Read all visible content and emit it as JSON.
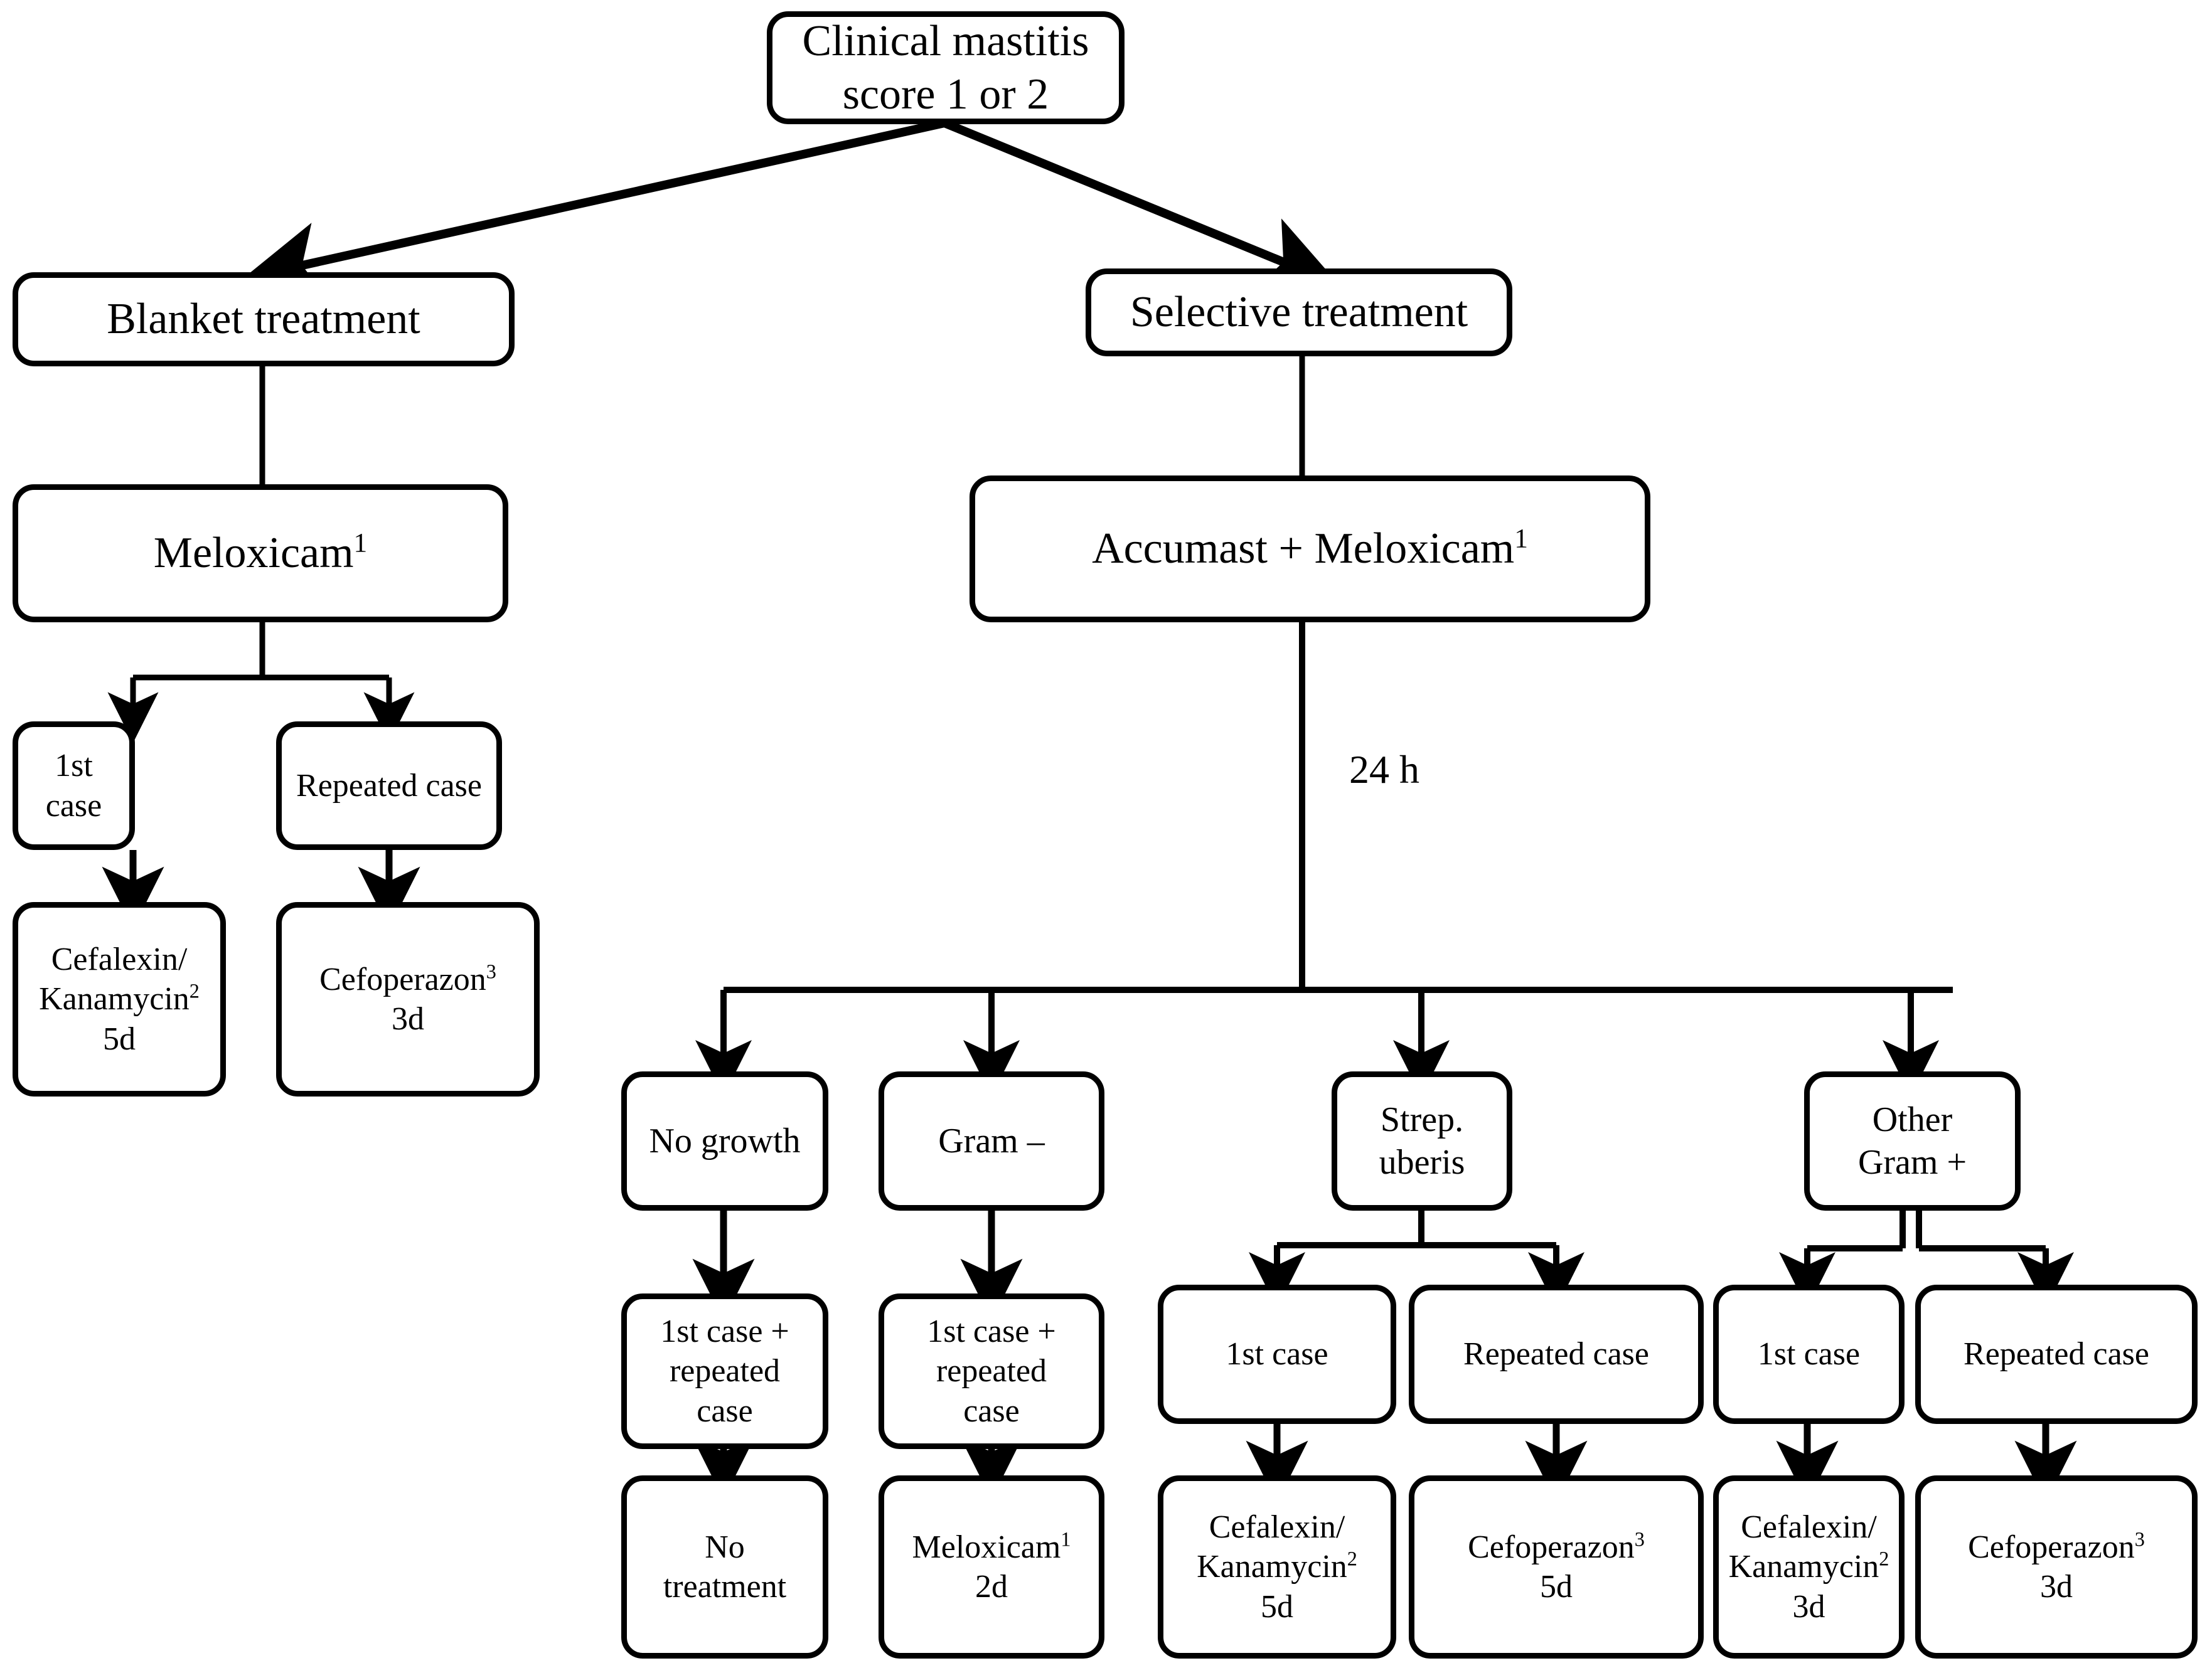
{
  "diagram": {
    "title_node": {
      "line1": "Clinical mastitis",
      "line2": "score 1 or 2"
    },
    "branches": {
      "blanket": "Blanket treatment",
      "selective": "Selective treatment"
    },
    "drugs": {
      "meloxicam": "Meloxicam",
      "meloxicam_sup": "1",
      "accumast_meloxicam_prefix": "Accumast + Meloxicam",
      "accumast_meloxicam_sup": "1"
    },
    "edge_labels": {
      "incubation": "24 h"
    },
    "blanket_branch": {
      "case_first": "1st case",
      "case_repeat": "Repeated  case",
      "tx_first_l1": "Cefalexin/",
      "tx_first_l2": "Kanamycin",
      "tx_first_sup": "2",
      "tx_first_l3": "5d",
      "tx_repeat_l1": "Cefoperazon",
      "tx_repeat_sup": "3",
      "tx_repeat_l2": "3d"
    },
    "culture_results": {
      "no_growth": "No growth",
      "gram_neg": "Gram –",
      "strep_l1": "Strep.",
      "strep_l2": "uberis",
      "other_l1": "Other",
      "other_l2": "Gram +"
    },
    "no_growth_branch": {
      "case_l1": "1st case +",
      "case_l2": "repeated",
      "case_l3": "case",
      "tx_l1": "No",
      "tx_l2": "treatment"
    },
    "gram_neg_branch": {
      "case_l1": "1st case +",
      "case_l2": "repeated",
      "case_l3": "case",
      "tx_l1": "Meloxicam",
      "tx_sup": "1",
      "tx_l2": "2d"
    },
    "strep_branch": {
      "case_first": "1st case",
      "case_repeat": "Repeated  case",
      "tx_first_l1": "Cefalexin/",
      "tx_first_l2": "Kanamycin",
      "tx_first_sup": "2",
      "tx_first_l3": "5d",
      "tx_repeat_l1": "Cefoperazon",
      "tx_repeat_sup": "3",
      "tx_repeat_l2": "5d"
    },
    "other_gram_branch": {
      "case_first": "1st case",
      "case_repeat": "Repeated  case",
      "tx_first_l1": "Cefalexin/",
      "tx_first_l2": "Kanamycin",
      "tx_first_sup": "2",
      "tx_first_l3": "3d",
      "tx_repeat_l1": "Cefoperazon",
      "tx_repeat_sup": "3",
      "tx_repeat_l2": "3d"
    },
    "colors": {
      "ink": "#000000",
      "paper": "#ffffff"
    }
  }
}
